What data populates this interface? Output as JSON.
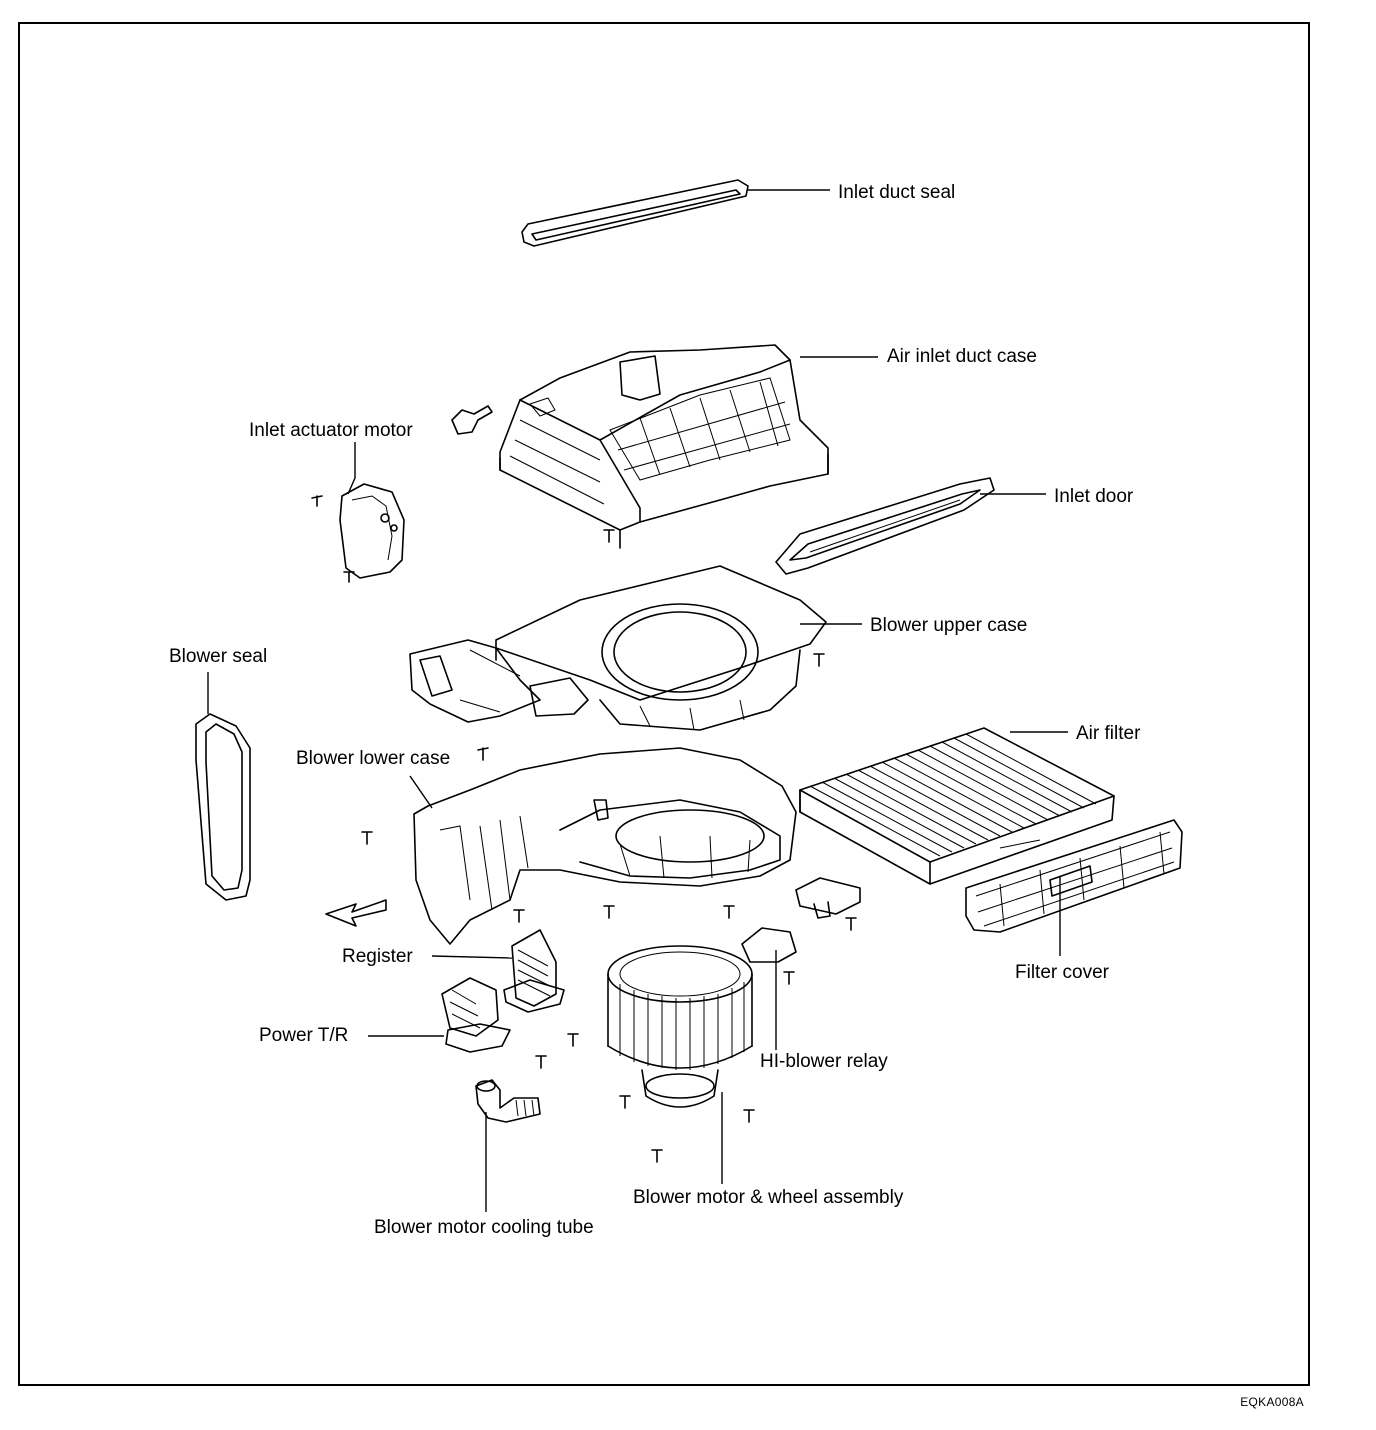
{
  "labels": {
    "inlet_duct_seal": "Inlet duct seal",
    "air_inlet_duct_case": "Air inlet duct case",
    "inlet_actuator_motor": "Inlet actuator motor",
    "inlet_door": "Inlet door",
    "blower_upper_case": "Blower upper case",
    "blower_seal": "Blower seal",
    "air_filter": "Air filter",
    "blower_lower_case": "Blower lower case",
    "register": "Register",
    "filter_cover": "Filter cover",
    "power_tr": "Power T/R",
    "hi_blower_relay": "HI-blower relay",
    "blower_motor_wheel": "Blower motor & wheel assembly",
    "blower_motor_cooling_tube": "Blower motor cooling tube"
  },
  "figure_code": "EQKA008A"
}
